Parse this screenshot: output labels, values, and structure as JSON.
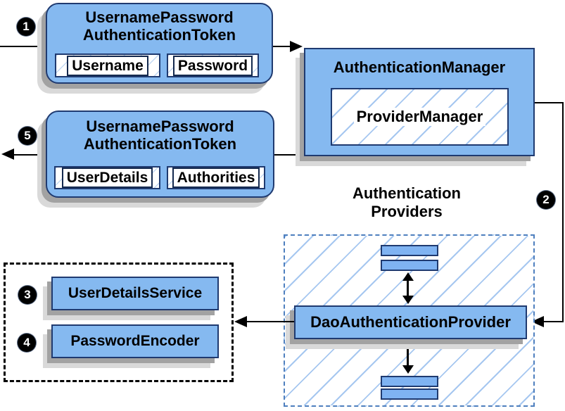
{
  "steps": [
    "1",
    "2",
    "3",
    "4",
    "5"
  ],
  "nodes": {
    "request_token": {
      "line1": "UsernamePassword",
      "line2": "AuthenticationToken",
      "field1": "Username",
      "field2": "Password"
    },
    "authentication_manager": {
      "title": "AuthenticationManager",
      "inner": "ProviderManager"
    },
    "result_token": {
      "line1": "UsernamePassword",
      "line2": "AuthenticationToken",
      "field1": "UserDetails",
      "field2": "Authorities"
    },
    "providers_group": {
      "label_line1": "Authentication",
      "label_line2": "Providers",
      "provider": "DaoAuthenticationProvider"
    },
    "services_group": {
      "service1": "UserDetailsService",
      "service2": "PasswordEncoder"
    }
  },
  "colors": {
    "node_fill": "#85B9F0",
    "node_border": "#1F3A70",
    "hatch_line": "#A6C7F0",
    "providers_dash_border": "#4E7FBE",
    "services_dash_border": "#000000",
    "shadow_dark": "#A2A2A2",
    "shadow_light": "#D9D9D9",
    "step_circle_bg": "#000000",
    "step_circle_text": "#FFFFFF",
    "connector": "#000000"
  }
}
